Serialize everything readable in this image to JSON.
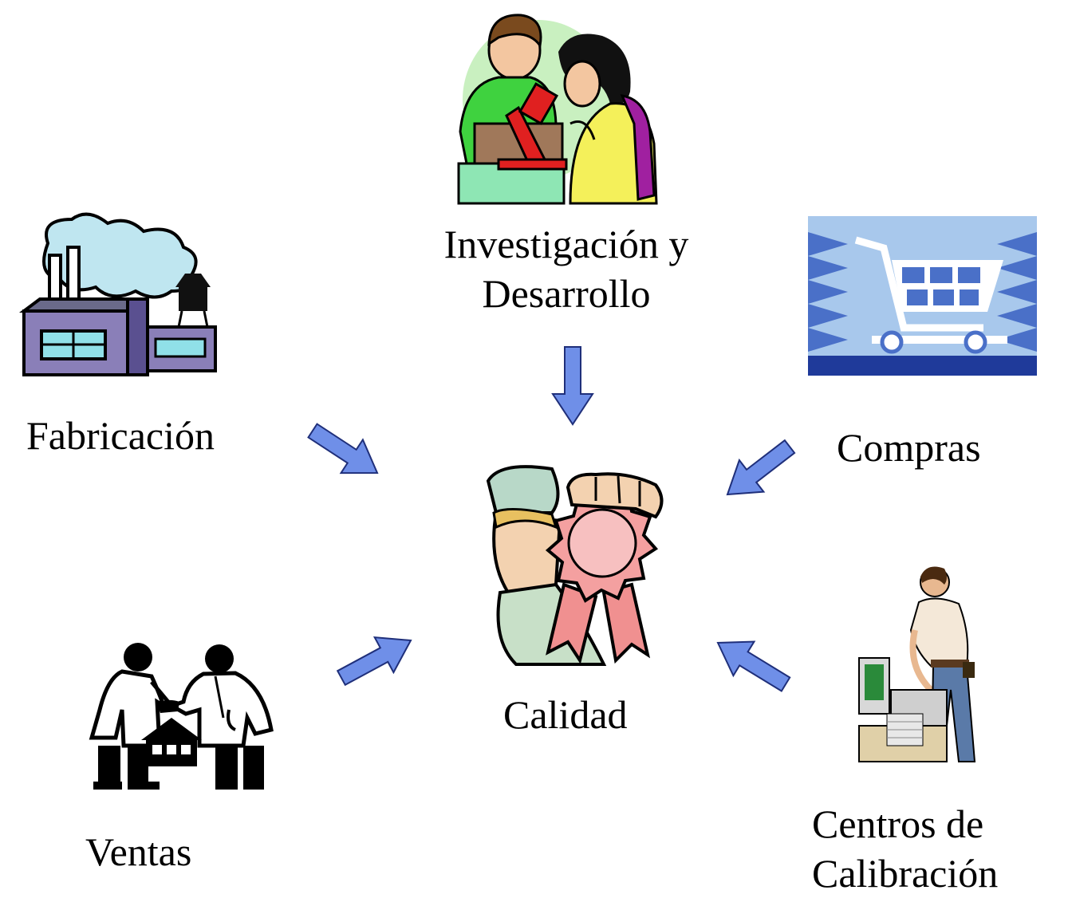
{
  "center_node": {
    "label": "Calidad",
    "icon": "quality-award-ribbon-icon"
  },
  "nodes": {
    "research": {
      "label_line1": "Investigación y",
      "label_line2": "Desarrollo",
      "icon": "researchers-microscope-icon"
    },
    "manufacturing": {
      "label": "Fabricación",
      "icon": "factory-icon"
    },
    "purchasing": {
      "label": "Compras",
      "icon": "shopping-cart-icon"
    },
    "sales": {
      "label": "Ventas",
      "icon": "handshake-house-icon"
    },
    "calibration": {
      "label_line1": "Centros de",
      "label_line2": "Calibración",
      "icon": "technician-computer-icon"
    }
  },
  "colors": {
    "arrow_fill": "#6f8fe8",
    "arrow_stroke": "#1f2f7a"
  }
}
